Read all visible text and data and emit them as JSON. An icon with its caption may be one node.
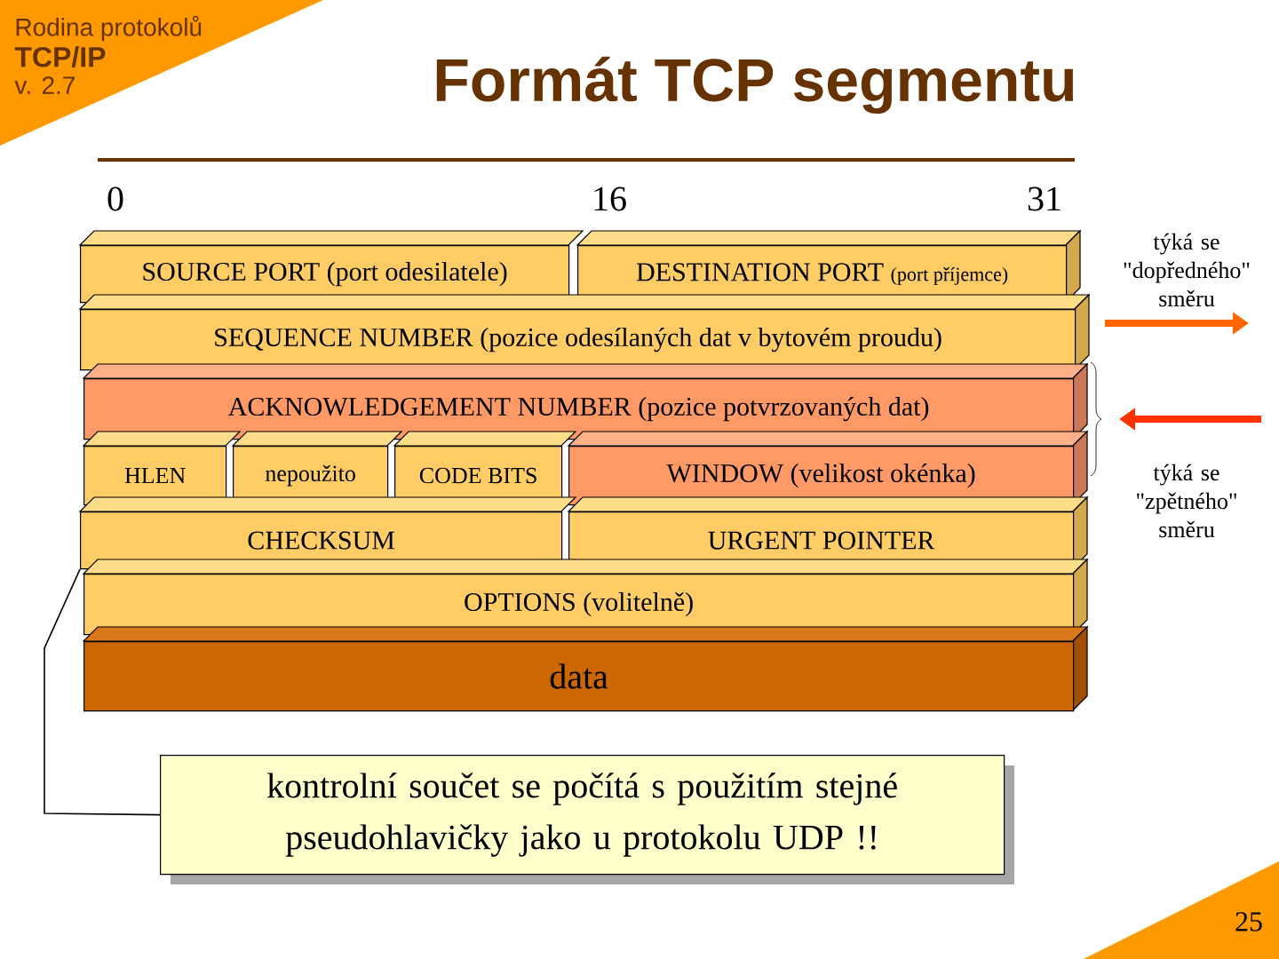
{
  "diagram": {
    "title": "Formát TCP segmentu",
    "nodes": [
      {
        "text": [
          "SOURCE PORT (port odesilatele)"
        ]
      },
      {
        "text": [
          "DESTINATION PORT",
          "(port příjemce)"
        ]
      },
      {
        "text": [
          "SEQUENCE NUMBER (pozice odesílaných dat v bytovém proudu)"
        ]
      },
      {
        "text": [
          "ACKNOWLEDGEMENT NUMBER (pozice potvrzovaných dat)"
        ]
      },
      {
        "text": [
          "HLEN"
        ]
      },
      {
        "text": [
          "nepoužito"
        ]
      },
      {
        "text": [
          "CODE BITS"
        ]
      },
      {
        "text": [
          "WINDOW (velikost okénka)"
        ]
      },
      {
        "text": [
          "CHECKSUM"
        ]
      },
      {
        "text": [
          "URGENT POINTER"
        ]
      },
      {
        "text": [
          "OPTIONS (volitelně)"
        ]
      },
      {
        "text": [
          "data"
        ]
      },
      {
        "text": [
          "kontrolní součet se počítá s použitím stejné pseudohlavičky jako u protokolu UDP !!"
        ]
      }
    ],
    "edges": [
      {
        "from": 12,
        "to": 8,
        "arrow": "none"
      }
    ],
    "labels": [
      "Rodina protokolů",
      "TCP/IP",
      "v. 2.7",
      "0",
      "16",
      "31",
      "týká se \"dopředného\" směru",
      "týká se \"zpětného\" směru",
      "25"
    ]
  }
}
